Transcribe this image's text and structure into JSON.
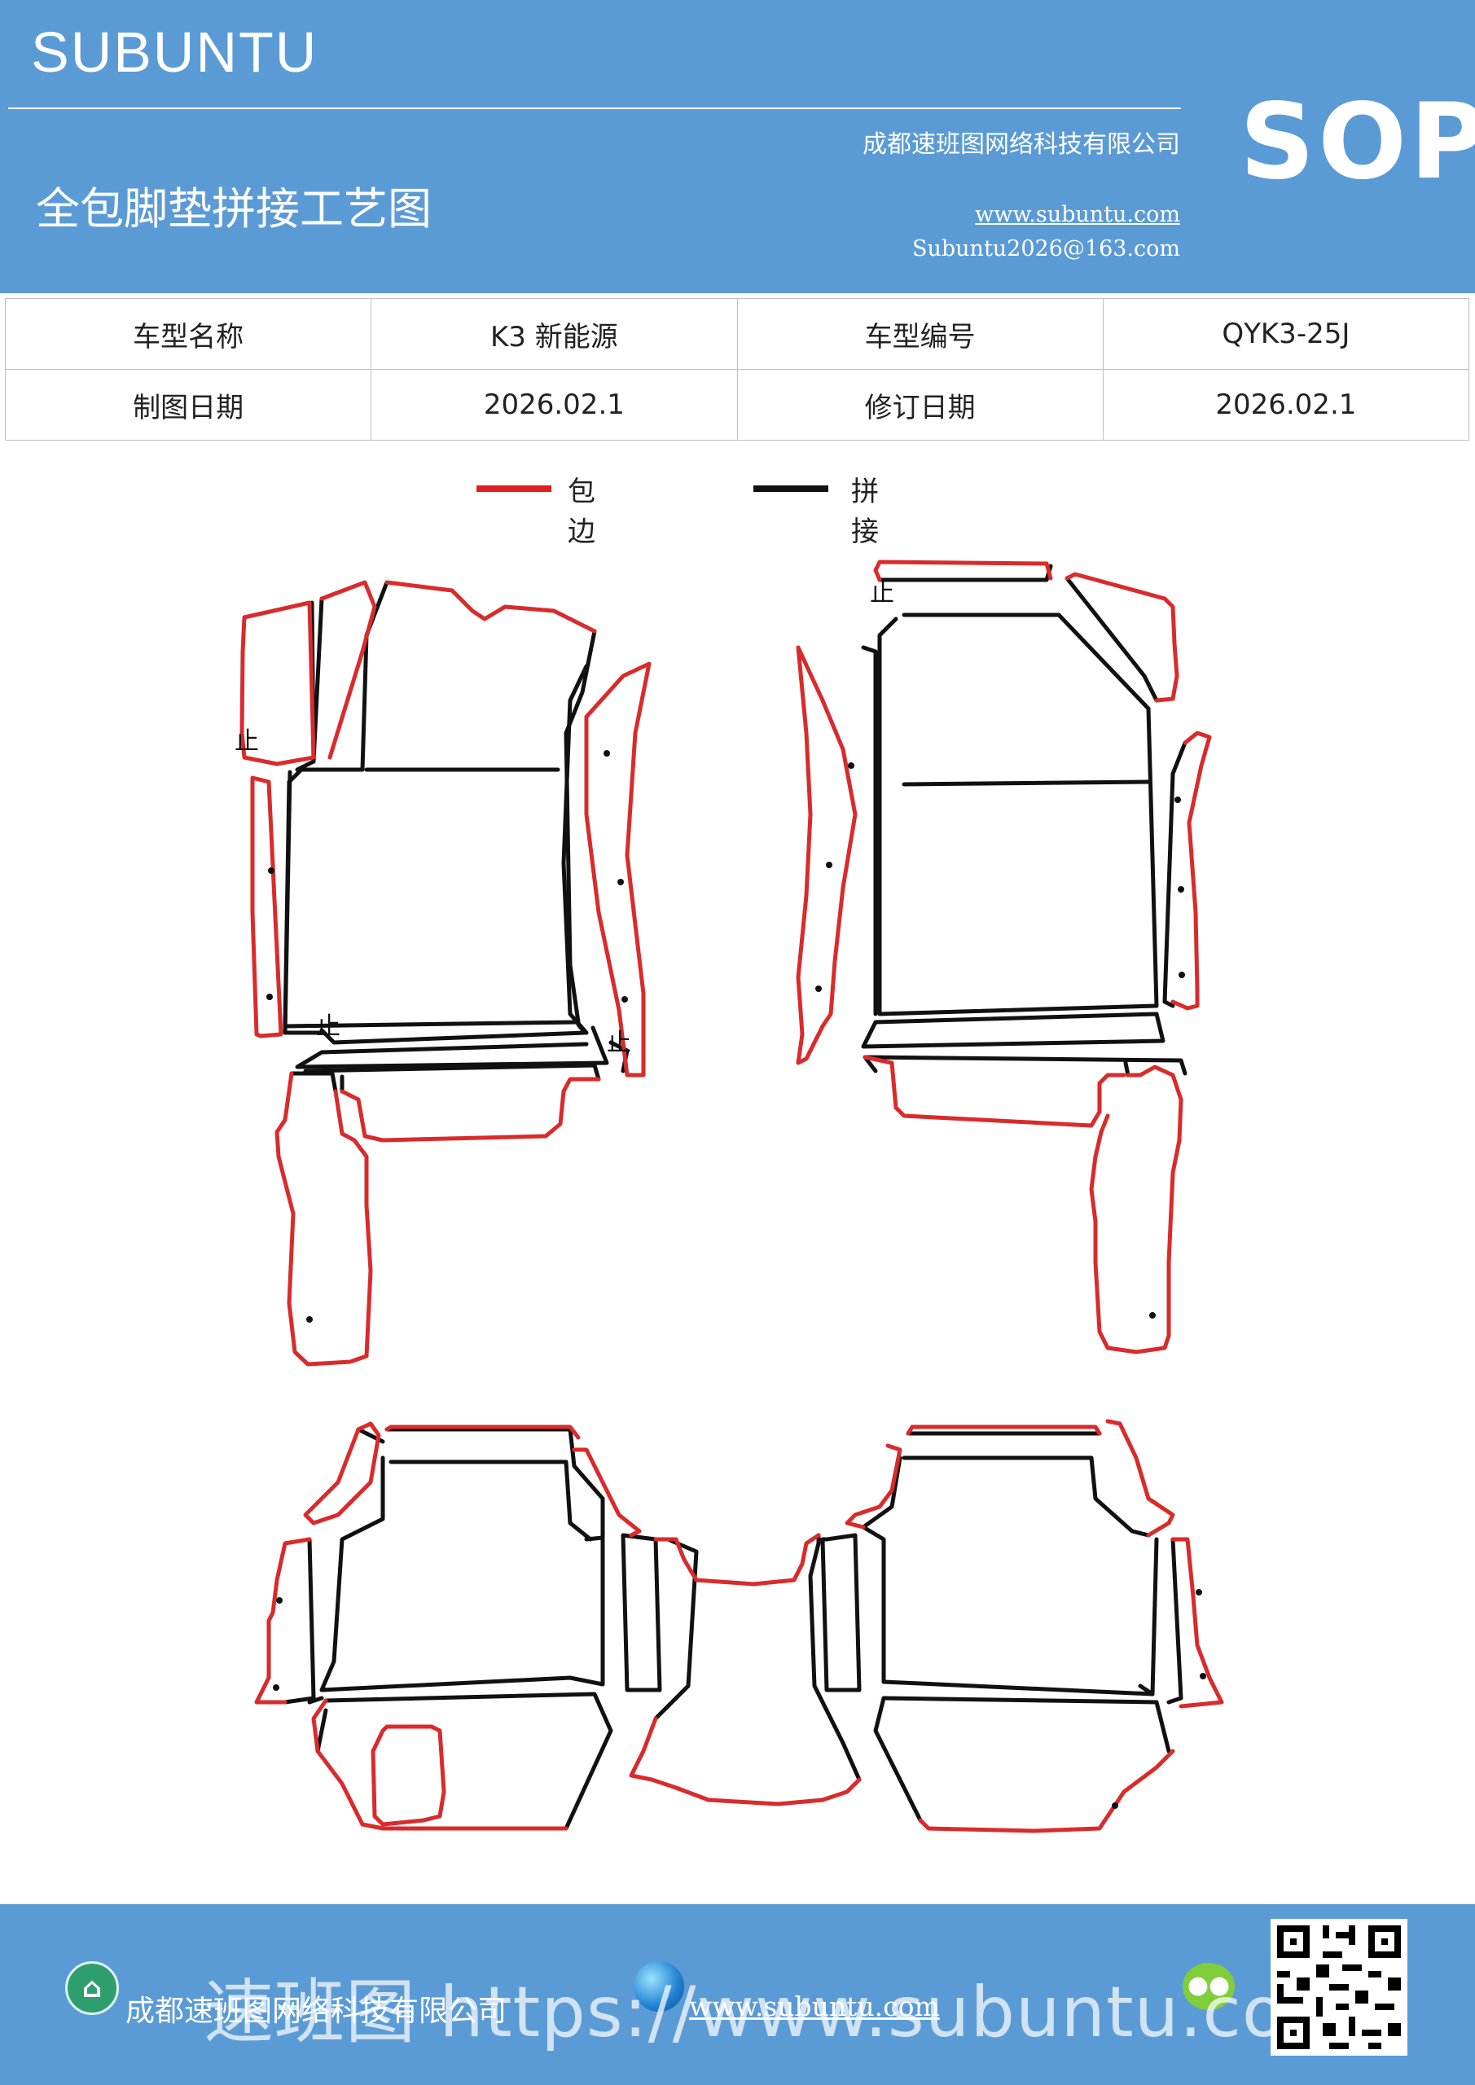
{
  "header": {
    "brand": "SUBUNTU",
    "title": "全包脚垫拼接工艺图",
    "company": "成都速班图网络科技有限公司",
    "website": "www.subuntu.com",
    "email": "Subuntu2026@163.com",
    "badge": "SOP"
  },
  "info_table": [
    [
      "车型名称",
      "K3 新能源",
      "车型编号",
      "QYK3-25J"
    ],
    [
      "制图日期",
      "2026.02.1",
      "修订日期",
      "2026.02.1"
    ]
  ],
  "legend": [
    {
      "label": "包边",
      "color": "#e02020"
    },
    {
      "label": "拼接",
      "color": "#111111"
    }
  ],
  "diagram": {
    "mark": "止",
    "edge_color": "#d92b2b",
    "seam_color": "#111111"
  },
  "footer": {
    "company": "成都速班图网络科技有限公司",
    "website": "www.subuntu.com",
    "overlay": "速班图 https://www.subuntu.com",
    "building_icon": "building-icon",
    "globe_icon": "globe-icon",
    "wechat_icon": "wechat-icon"
  }
}
